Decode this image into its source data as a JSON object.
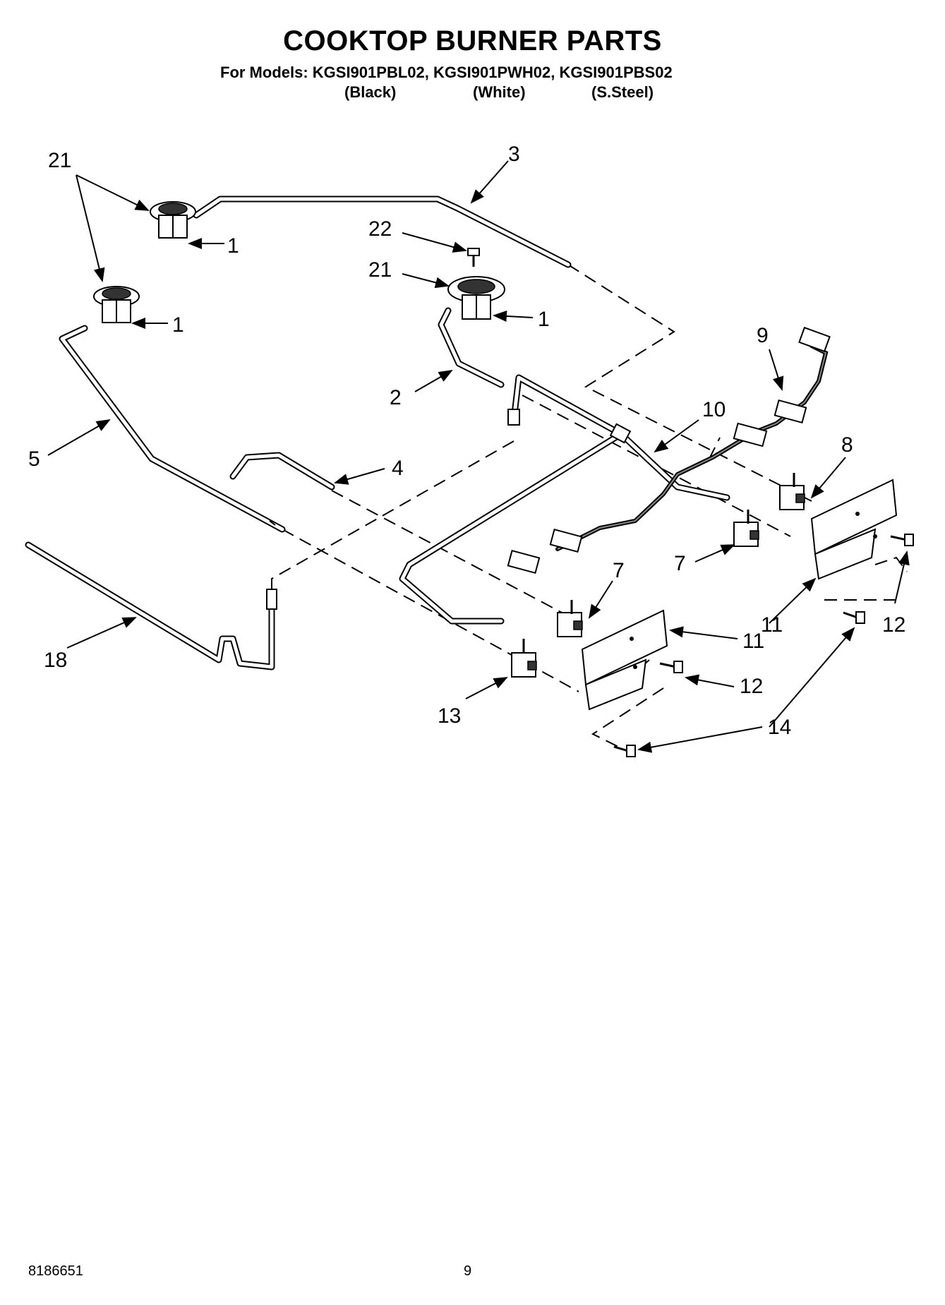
{
  "header": {
    "title": "COOKTOP BURNER PARTS",
    "models_line": "For Models: KGSI901PBL02, KGSI901PWH02, KGSI901PBS02",
    "finishes": [
      "(Black)",
      "(White)",
      "(S.Steel)"
    ]
  },
  "callouts": {
    "c21a": "21",
    "c3": "3",
    "c1a": "1",
    "c22": "22",
    "c21b": "21",
    "c1b": "1",
    "c1c": "1",
    "c9": "9",
    "c2": "2",
    "c10": "10",
    "c5": "5",
    "c4": "4",
    "c8": "8",
    "c7a": "7",
    "c7b": "7",
    "c18": "18",
    "c11a": "11",
    "c11b": "11",
    "c12a": "12",
    "c12b": "12",
    "c13": "13",
    "c14": "14"
  },
  "footer": {
    "doc_number": "8186651",
    "page_number": "9"
  }
}
